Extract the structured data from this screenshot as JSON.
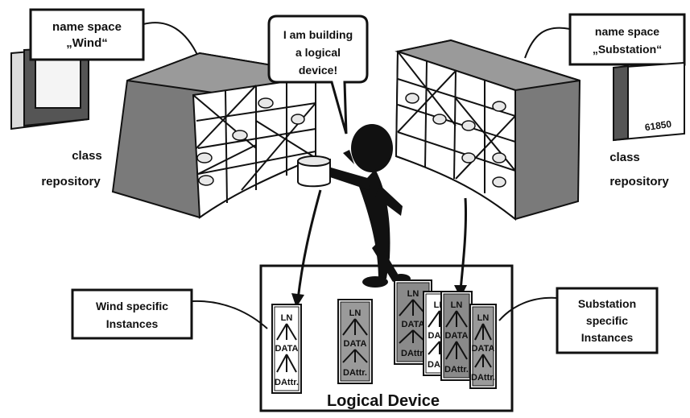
{
  "namespace_wind": {
    "line1": "name space",
    "line2": "„Wind“"
  },
  "namespace_substation": {
    "line1": "name space",
    "line2": "„Substation“"
  },
  "speech_bubble": {
    "line1": "I am building",
    "line2": "a logical",
    "line3": "device!"
  },
  "class_repository_left": {
    "line1": "class",
    "line2": "repository"
  },
  "class_repository_right": {
    "line1": "class",
    "line2": "repository"
  },
  "standard_number": "61850",
  "wind_instances": {
    "line1": "Wind specific",
    "line2": "Instances"
  },
  "substation_instances": {
    "line1": "Substation",
    "line2": "specific",
    "line3": "Instances"
  },
  "logical_device": {
    "title": "Logical Device"
  },
  "card_labels": {
    "ln": "LN",
    "data": "DATA",
    "dattr": "DAttr."
  }
}
